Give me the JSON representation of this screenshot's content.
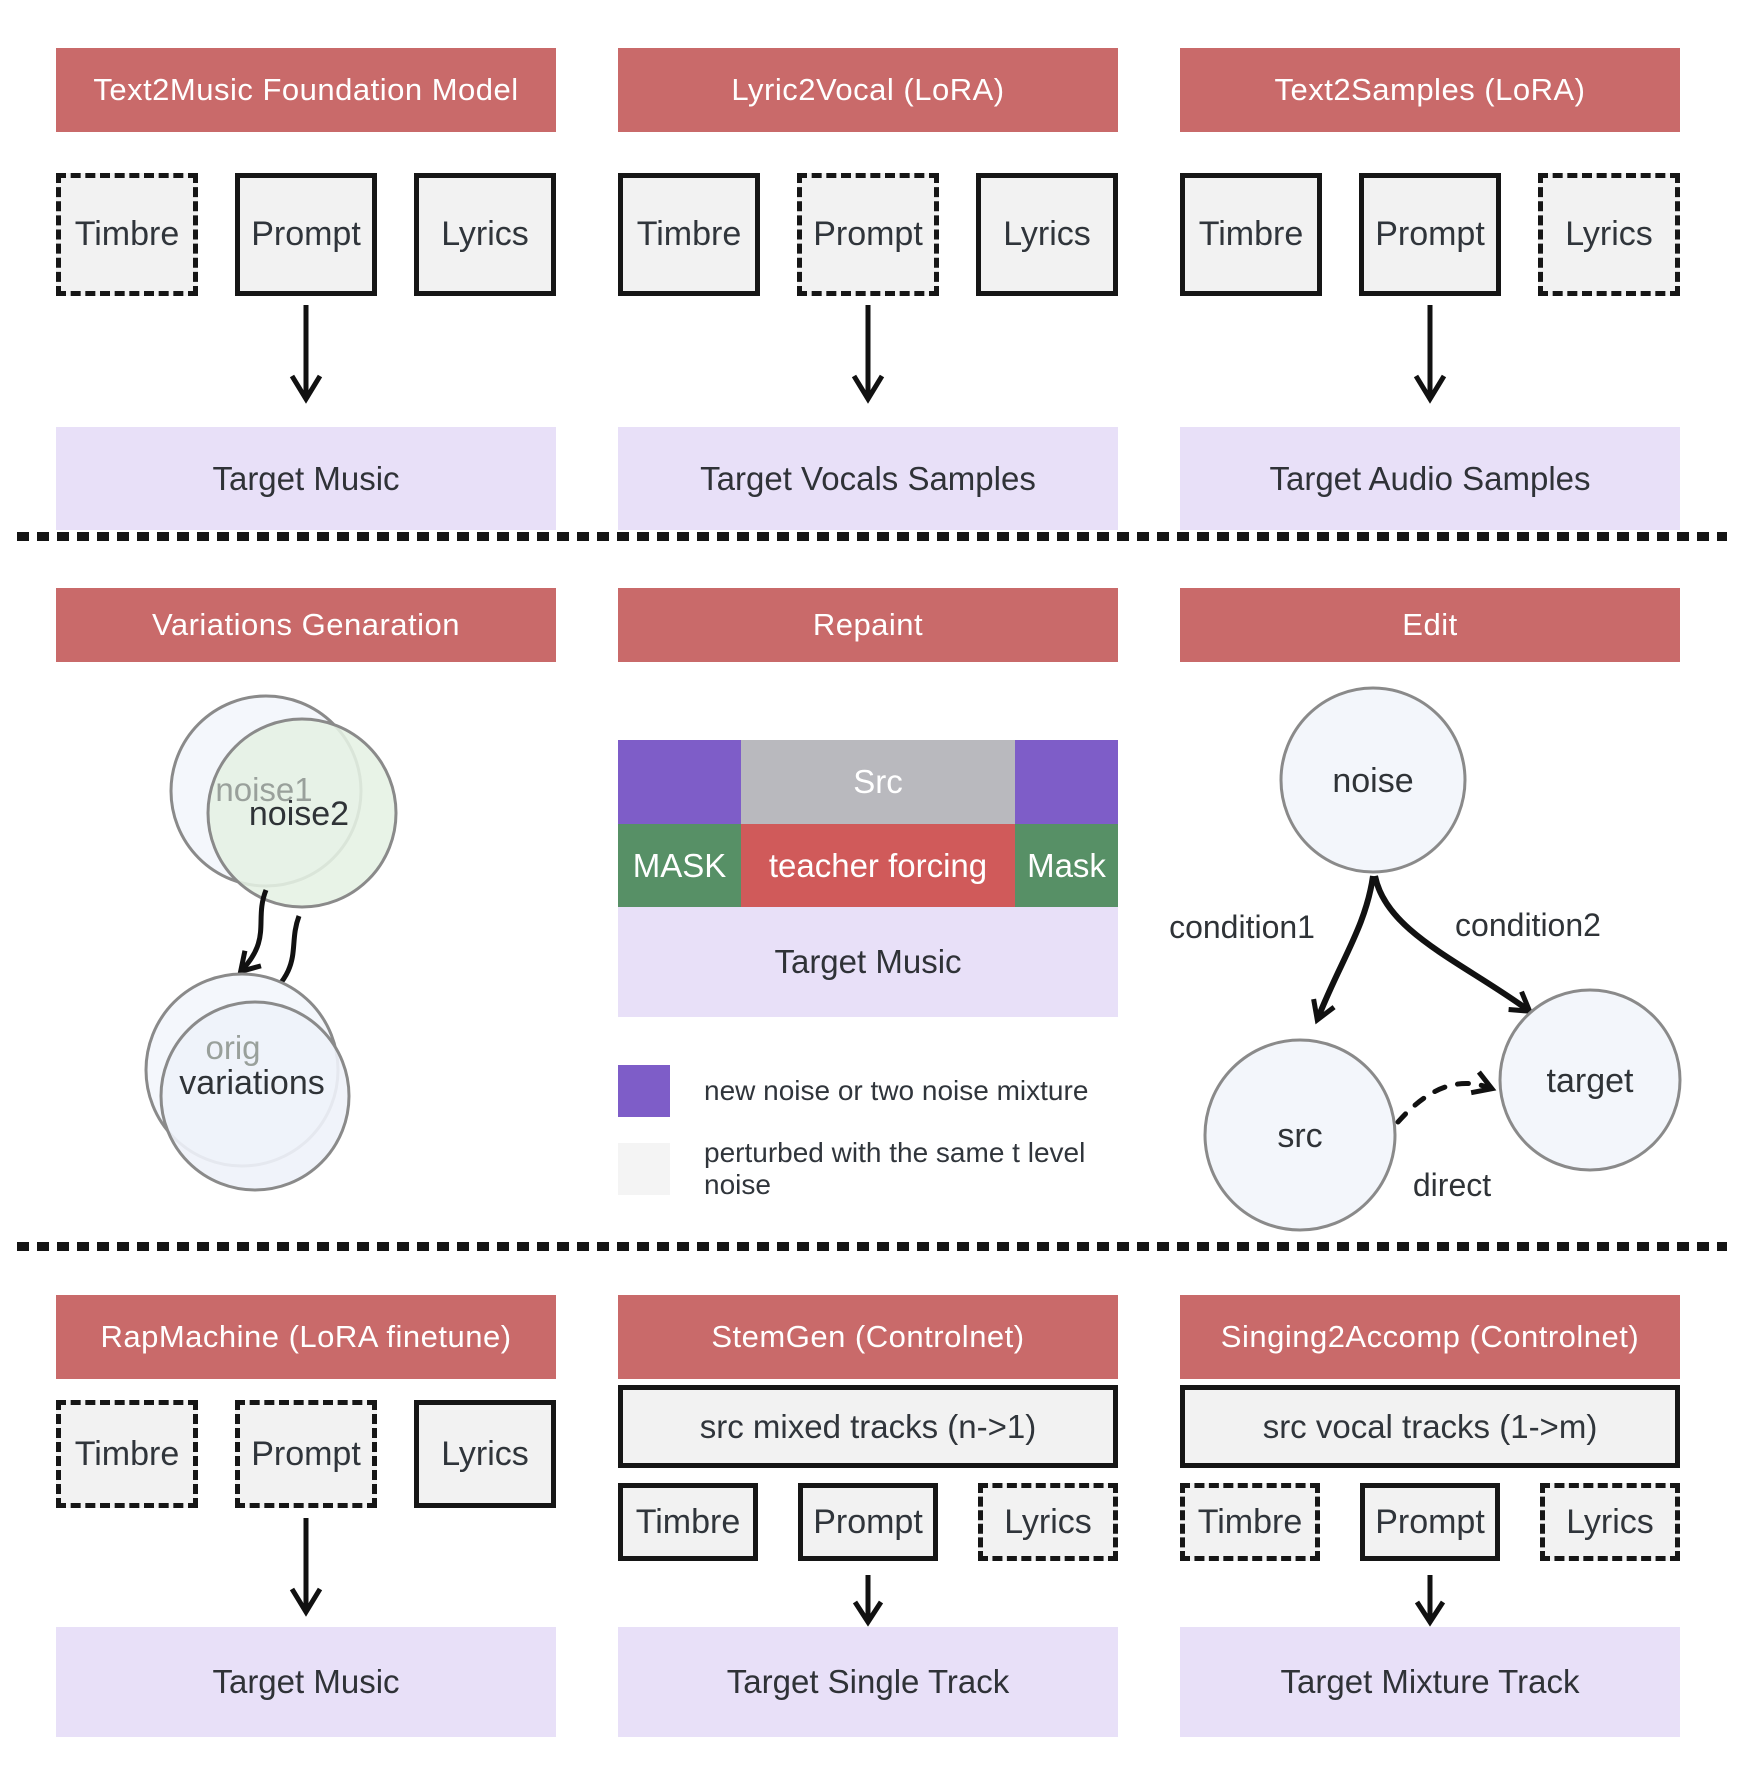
{
  "colors": {
    "header_red": "#c96a6a",
    "teacher_red": "#d05a5a",
    "purple": "#7e5dc8",
    "green": "#579066",
    "src_gray": "#b9b9be",
    "lavender": "#e8e0f8",
    "box_fill": "#f2f2f2",
    "legend_light": "#f4f4f4"
  },
  "row1": {
    "text2music": {
      "title": "Text2Music Foundation Model",
      "inputs": [
        {
          "label": "Timbre",
          "style": "dashed"
        },
        {
          "label": "Prompt",
          "style": "solid"
        },
        {
          "label": "Lyrics",
          "style": "solid"
        }
      ],
      "target": "Target Music"
    },
    "lyric2vocal": {
      "title": "Lyric2Vocal (LoRA)",
      "inputs": [
        {
          "label": "Timbre",
          "style": "solid"
        },
        {
          "label": "Prompt",
          "style": "dashed"
        },
        {
          "label": "Lyrics",
          "style": "solid"
        }
      ],
      "target": "Target Vocals Samples"
    },
    "text2samples": {
      "title": "Text2Samples (LoRA)",
      "inputs": [
        {
          "label": "Timbre",
          "style": "solid"
        },
        {
          "label": "Prompt",
          "style": "solid"
        },
        {
          "label": "Lyrics",
          "style": "dashed"
        }
      ],
      "target": "Target Audio Samples"
    }
  },
  "row2": {
    "variations": {
      "title": "Variations Genaration",
      "top_back": "noise1",
      "top_front": "noise2",
      "bottom_back": "orig",
      "bottom_front": "variations"
    },
    "repaint": {
      "title": "Repaint",
      "src": "Src",
      "mask_left": "MASK",
      "center": "teacher forcing",
      "mask_right": "Mask",
      "target": "Target Music",
      "legend": [
        {
          "label": "new noise or two noise mixture"
        },
        {
          "label": "perturbed with the same t level noise"
        }
      ]
    },
    "edit": {
      "title": "Edit",
      "noise": "noise",
      "src": "src",
      "target": "target",
      "condition1": "condition1",
      "condition2": "condition2",
      "direct": "direct"
    }
  },
  "row3": {
    "rapmachine": {
      "title": "RapMachine (LoRA finetune)",
      "inputs": [
        {
          "label": "Timbre",
          "style": "dashed"
        },
        {
          "label": "Prompt",
          "style": "dashed"
        },
        {
          "label": "Lyrics",
          "style": "solid"
        }
      ],
      "target": "Target Music"
    },
    "stemgen": {
      "title": "StemGen (Controlnet)",
      "src_box": "src mixed tracks (n->1)",
      "inputs": [
        {
          "label": "Timbre",
          "style": "solid"
        },
        {
          "label": "Prompt",
          "style": "solid"
        },
        {
          "label": "Lyrics",
          "style": "dashed"
        }
      ],
      "target": "Target Single Track"
    },
    "singing2accomp": {
      "title": "Singing2Accomp (Controlnet)",
      "src_box": "src vocal tracks (1->m)",
      "inputs": [
        {
          "label": "Timbre",
          "style": "dashed"
        },
        {
          "label": "Prompt",
          "style": "solid"
        },
        {
          "label": "Lyrics",
          "style": "dashed"
        }
      ],
      "target": "Target Mixture Track"
    }
  }
}
